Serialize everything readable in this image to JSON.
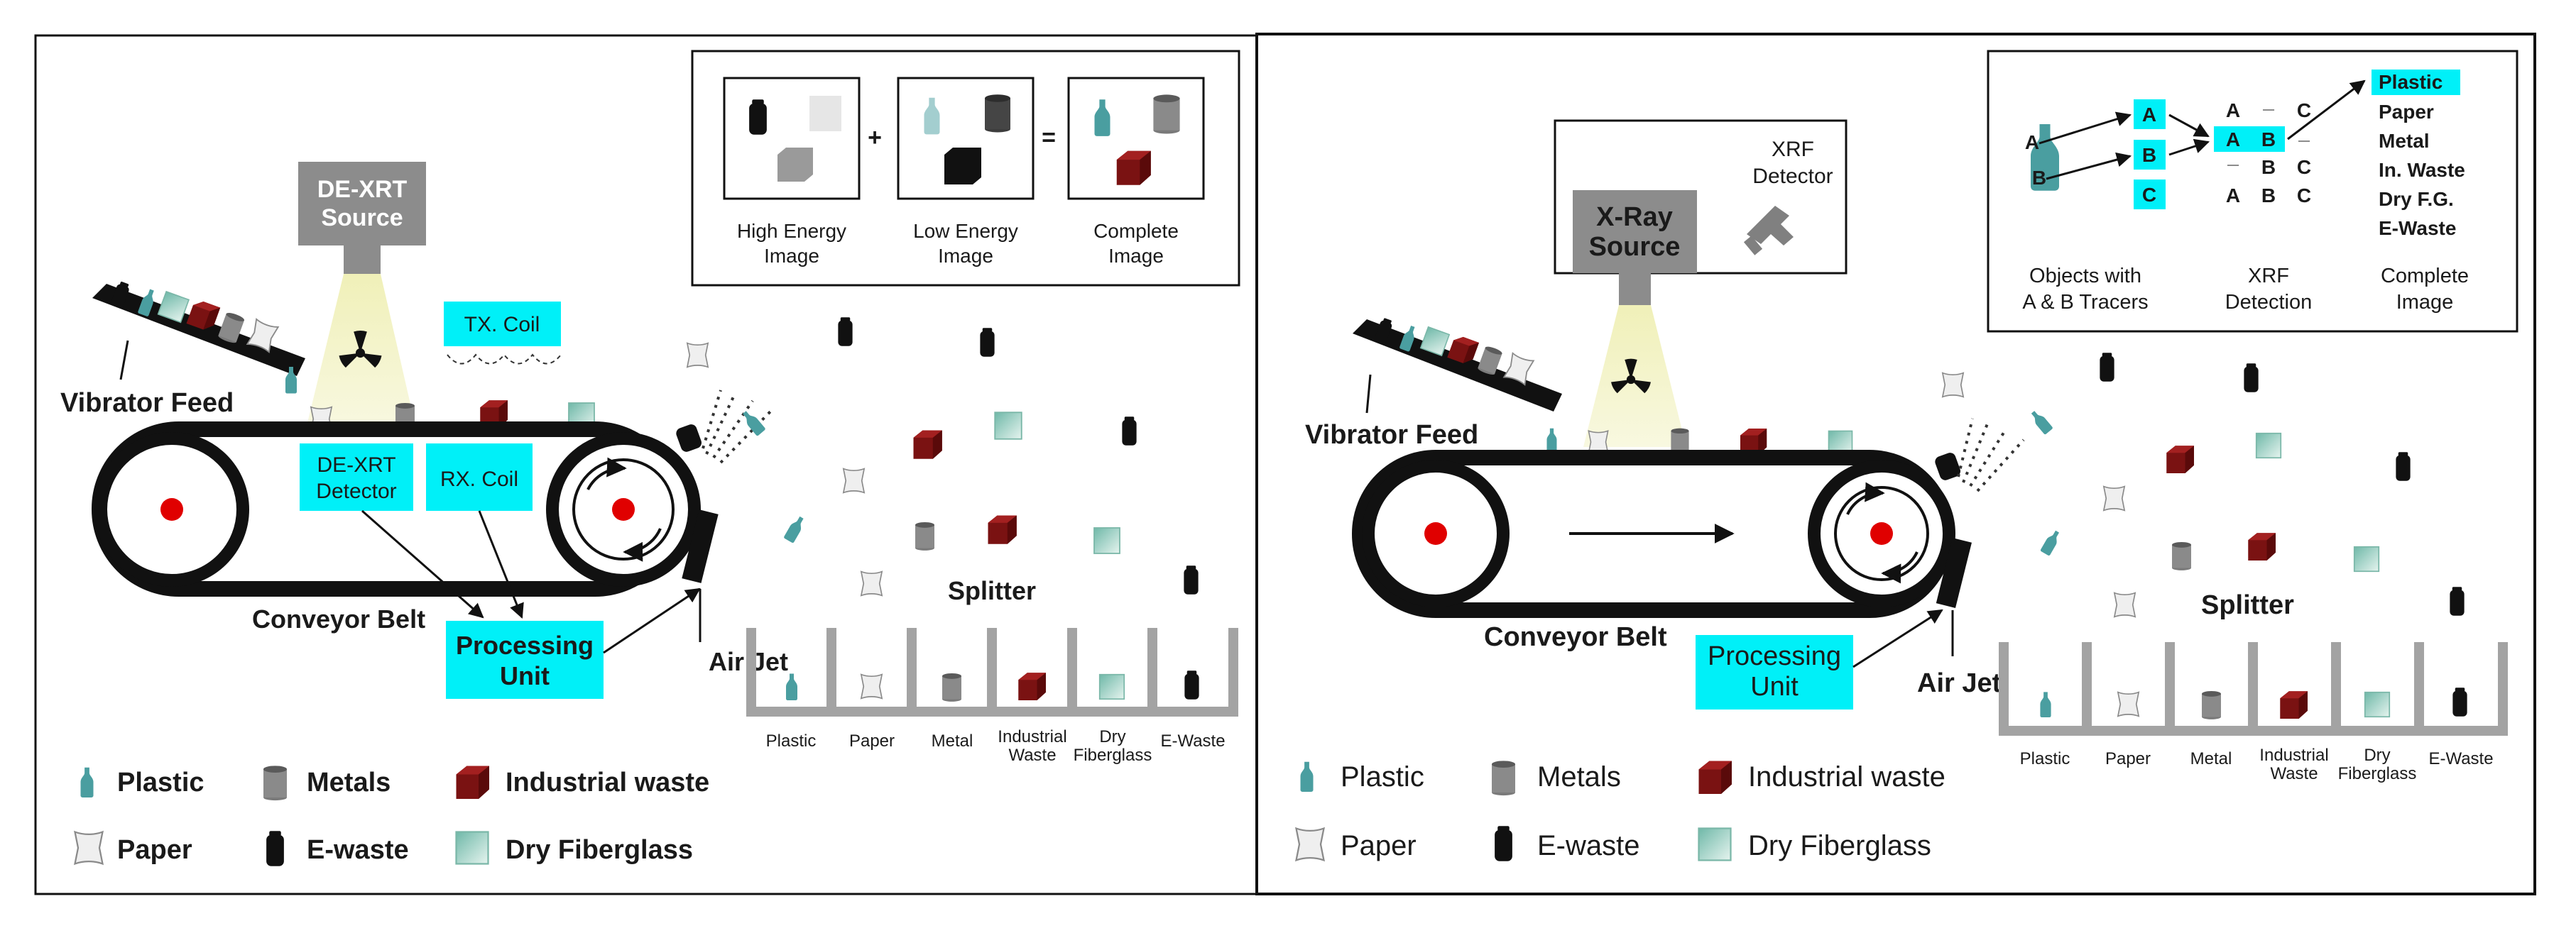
{
  "left_panel": {
    "source_label_1": "DE-XRT",
    "source_label_2": "Source",
    "feed_label": "Vibrator Feed",
    "tx_coil": "TX. Coil",
    "detector_1": "DE-XRT",
    "detector_2": "Detector",
    "rx_coil": "RX. Coil",
    "conveyor": "Conveyor Belt",
    "processing_1": "Processing",
    "processing_2": "Unit",
    "air_jet": "Air Jet",
    "splitter": "Splitter",
    "inset": {
      "high_1": "High Energy",
      "high_2": "Image",
      "low_1": "Low Energy",
      "low_2": "Image",
      "complete_1": "Complete",
      "complete_2": "Image",
      "plus": "+",
      "equals": "="
    },
    "bins": [
      "Plastic",
      "Paper",
      "Metal",
      "Industrial|Waste",
      "Dry|Fiberglass",
      "E-Waste"
    ]
  },
  "right_panel": {
    "source_label_1": "X-Ray",
    "source_label_2": "Source",
    "xrf_1": "XRF",
    "xrf_2": "Detector",
    "feed_label": "Vibrator Feed",
    "conveyor": "Conveyor Belt",
    "processing_1": "Processing",
    "processing_2": "Unit",
    "air_jet": "Air Jet",
    "splitter": "Splitter",
    "inset": {
      "bottle_a": "A",
      "bottle_b": "B",
      "tracers": [
        "A",
        "B",
        "C"
      ],
      "det_row1": [
        "A",
        "_",
        "C"
      ],
      "det_row2": [
        "A",
        "B",
        "_"
      ],
      "det_row3": [
        "_",
        "B",
        "C"
      ],
      "det_row4": [
        "A",
        "B",
        "C"
      ],
      "classes": [
        "Plastic",
        "Paper",
        "Metal",
        "In. Waste",
        "Dry F.G.",
        "E-Waste"
      ],
      "cap_obj_1": "Objects with",
      "cap_obj_2": "A & B Tracers",
      "cap_xrf_1": "XRF",
      "cap_xrf_2": "Detection",
      "cap_img_1": "Complete",
      "cap_img_2": "Image"
    },
    "bins": [
      "Plastic",
      "Paper",
      "Metal",
      "Industrial|Waste",
      "Dry|Fiberglass",
      "E-Waste"
    ]
  },
  "legend": {
    "plastic": "Plastic",
    "metals": "Metals",
    "industrial": "Industrial waste",
    "paper": "Paper",
    "ewaste": "E-waste",
    "fiberglass": "Dry Fiberglass"
  },
  "colors": {
    "cyan": "#00f0f8",
    "plastic": "#4a9ea0",
    "metal": "#8a8a8a",
    "industrial": "#7a1212",
    "ewaste": "#111111",
    "fiberglass": "#a8d8cc",
    "source_box": "#8c8c8c",
    "beam": "#f3f3c8",
    "wheel_dot": "#e00000",
    "bin": "#a3a3a3"
  }
}
